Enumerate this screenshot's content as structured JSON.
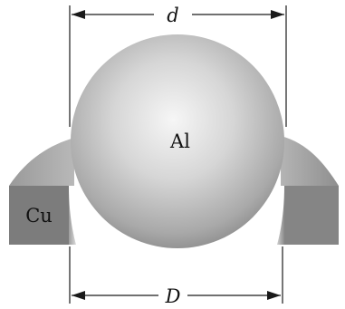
{
  "labels": {
    "sphere_material": "Al",
    "ring_material": "Cu",
    "sphere_diameter": "d",
    "ring_inner_diameter": "D"
  },
  "colors": {
    "sphere_light": "#f6f6f6",
    "sphere_dark": "#8e8e8e",
    "ring_top": "#a5a5a5",
    "ring_front": "#7b7b7b",
    "ring_inner": "#d0d0d0",
    "dimension_lines": "#1a1a1a"
  }
}
